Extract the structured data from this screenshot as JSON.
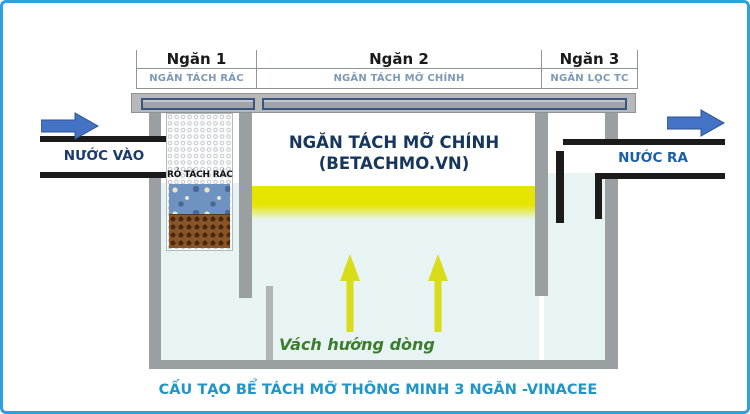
{
  "diagram": {
    "header": {
      "compartments": [
        {
          "title": "Ngăn 1",
          "subtitle": "NGĂN TÁCH RÁC"
        },
        {
          "title": "Ngăn 2",
          "subtitle": "NGĂN TÁCH MỠ CHÍNH"
        },
        {
          "title": "Ngăn 3",
          "subtitle": "NGĂN LỌC TC"
        }
      ]
    },
    "inlet_label": "NƯỚC VÀO",
    "outlet_label": "NƯỚC RA",
    "main_chamber": {
      "line1": "NGĂN TÁCH MỠ CHÍNH",
      "line2": "(BETACHMO.VN)"
    },
    "basket_label": "RỎ TÁCH RÁC",
    "flow_baffle_label": "Vách hướng dòng",
    "caption": "CẤU TẠO BỂ TÁCH MỠ THÔNG MINH 3 NGĂN -VINACEE",
    "icons": {
      "inlet_arrow": "right-block-arrow",
      "outlet_arrow": "right-block-arrow",
      "upflow_arrows": "up-arrow"
    },
    "colors": {
      "frame_border": "#29a3d9",
      "caption_blue": "#2095c8",
      "heading_black": "#1a1a1a",
      "subtitle_blue_gray": "#7d9ab5",
      "chamber_navy": "#17365d",
      "inlet_text_navy": "#1b3a6b",
      "outlet_text_blue": "#1b5fa8",
      "flow_arrow_blue": "#4472c4",
      "grease_yellow": "#e6e500",
      "up_arrow_yellow": "#d8dc19",
      "baffle_text_green": "#3a7d2c",
      "wall_gray": "#9aa0a2",
      "water_pale": "#e8f4f3",
      "pipe_black": "#1b1b1b",
      "filter_brown": "#8a5526",
      "debris_blue": "#6e93c0"
    }
  }
}
